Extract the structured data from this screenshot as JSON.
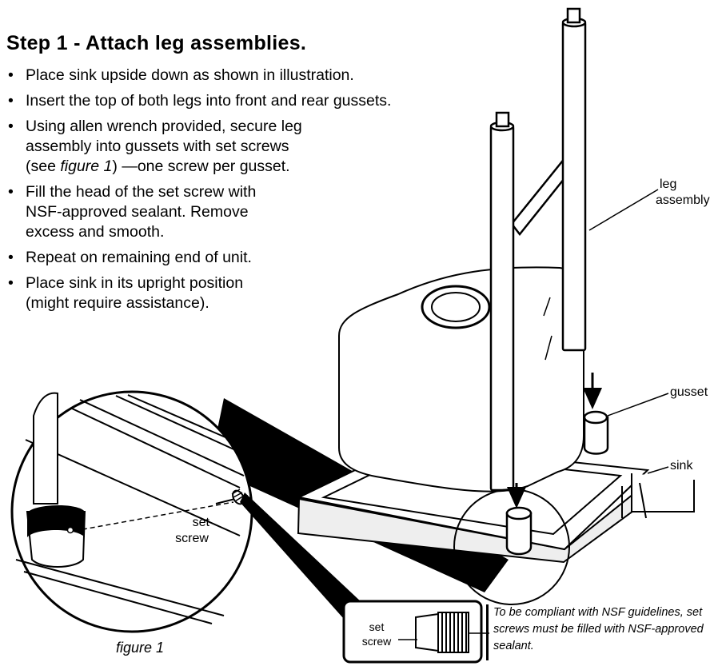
{
  "instructions": {
    "title": "Step 1 - Attach leg assemblies.",
    "items": [
      {
        "text_a": "Place sink upside down as shown in illustration."
      },
      {
        "text_a": "Insert the top of both legs into front and rear gussets."
      },
      {
        "text_a": "Using allen wrench provided, secure leg assembly into gussets with set screws (see ",
        "text_em": "figure 1",
        "text_b": ") —one screw per gusset."
      },
      {
        "text_a": "Fill the head of the set screw with NSF-approved sealant. Remove excess and smooth."
      },
      {
        "text_a": "Repeat on remaining end of unit."
      },
      {
        "text_a": "Place sink in its upright position (might require assistance)."
      }
    ]
  },
  "illustration": {
    "labels": {
      "leg_line1": "leg",
      "leg_line2": "assembly",
      "gusset": "gusset",
      "sink": "sink",
      "set_screw_line1": "set",
      "set_screw_line2": "screw",
      "detail_set": "set",
      "detail_screw": "screw"
    },
    "figure_caption": "figure 1",
    "compliance_note": "To be compliant with NSF guidelines, set screws must be filled with NSF-approved sealant."
  }
}
